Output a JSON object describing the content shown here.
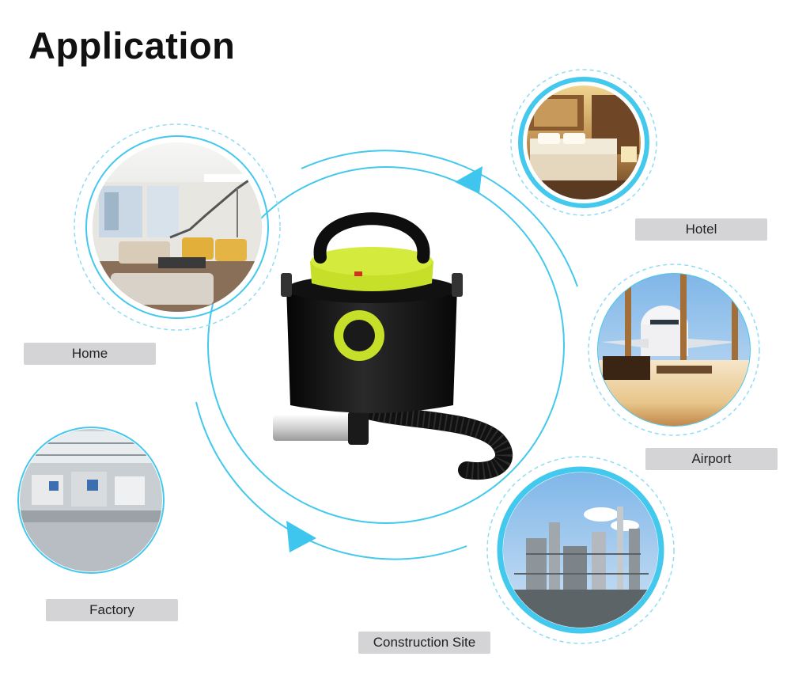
{
  "heading": "Application",
  "colors": {
    "accent": "#43c8ee",
    "dashed_ring": "#8fdcf3",
    "label_bg": "#d4d4d6",
    "product_green": "#c6e02a",
    "product_body": "#121212"
  },
  "product": {
    "icon": "ash-vacuum-cleaner-icon"
  },
  "scenes": {
    "hotel": {
      "label": "Hotel",
      "icon": "hotel-room-photo"
    },
    "home": {
      "label": "Home",
      "icon": "living-room-photo"
    },
    "airport": {
      "label": "Airport",
      "icon": "airport-terminal-photo"
    },
    "factory": {
      "label": "Factory",
      "icon": "factory-floor-photo"
    },
    "construction": {
      "label": "Construction Site",
      "icon": "industrial-plant-photo"
    }
  }
}
